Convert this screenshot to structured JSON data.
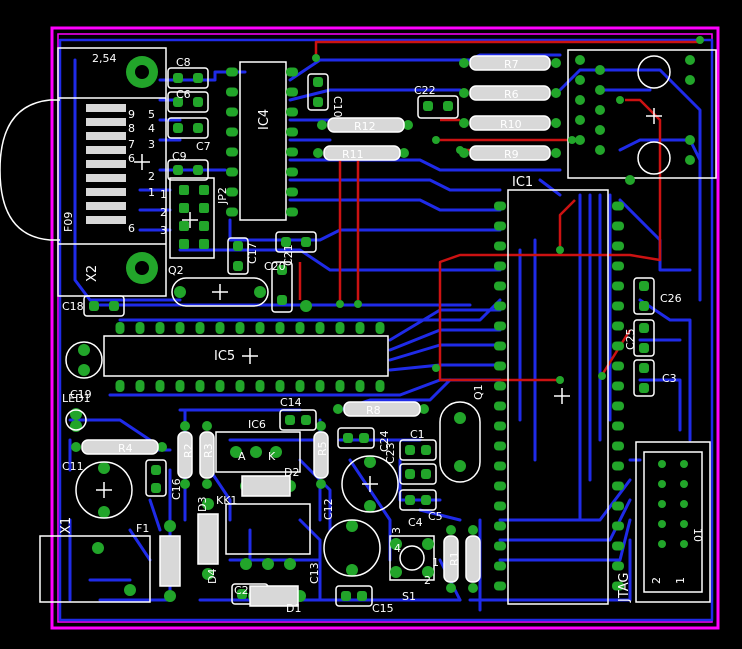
{
  "colors": {
    "background": "#000000",
    "outline": "#ff00ff",
    "bottom_copper": "#1f2be8",
    "top_copper": "#cc1212",
    "pad": "#22a52a",
    "silkscreen": "#ffffff",
    "part_fill": "#d8d8d8"
  },
  "labels": {
    "x2": "X2",
    "f09": "F09",
    "pitch": "2,54",
    "pin_nums": [
      "9",
      "5",
      "8",
      "4",
      "7",
      "3",
      "6",
      "2",
      "1",
      "1",
      "2",
      "3",
      "6"
    ],
    "ic4": "IC4",
    "ic1": "IC1",
    "ic5": "IC5",
    "ic6": "IC6",
    "jp2": "JP2",
    "c8": "C8",
    "c6": "C6",
    "c7": "C7",
    "c9": "C9",
    "c10": "C10",
    "c17": "C17",
    "c18": "C18",
    "c19": "C19",
    "c20": "C20",
    "c21": "C21",
    "c22": "C22",
    "c23": "C23",
    "c24": "C24",
    "c25": "C25",
    "c26": "C26",
    "c3": "C3",
    "c1": "C1",
    "c4": "C4",
    "c5": "C5",
    "c2": "C2",
    "c11": "C11",
    "c12": "C12",
    "c13": "C13",
    "c14": "C14",
    "c15": "C15",
    "c16": "C16",
    "r7": "R7",
    "r6": "R6",
    "r10": "R10",
    "r9": "R9",
    "r12": "R12",
    "r11": "R11",
    "r8": "R8",
    "r4": "R4",
    "r5": "R5",
    "r2": "R2",
    "r3": "R3",
    "r1": "R1",
    "q1": "Q1",
    "q2": "Q2",
    "led1": "LED1",
    "x1": "X1",
    "f1": "F1",
    "d1": "D1",
    "d2": "D2",
    "d3": "D3",
    "d4": "D4",
    "kk1": "KK1",
    "s1": "S1",
    "jtag": "JTAG",
    "jtag_pin2": "2",
    "jtag_pin1": "1",
    "jtag_pin10": "10",
    "ic6_a": "A",
    "ic6_k": "K",
    "s1_4": "4",
    "s1_3": "3",
    "s1_2": "2",
    "s1_1": "1"
  }
}
